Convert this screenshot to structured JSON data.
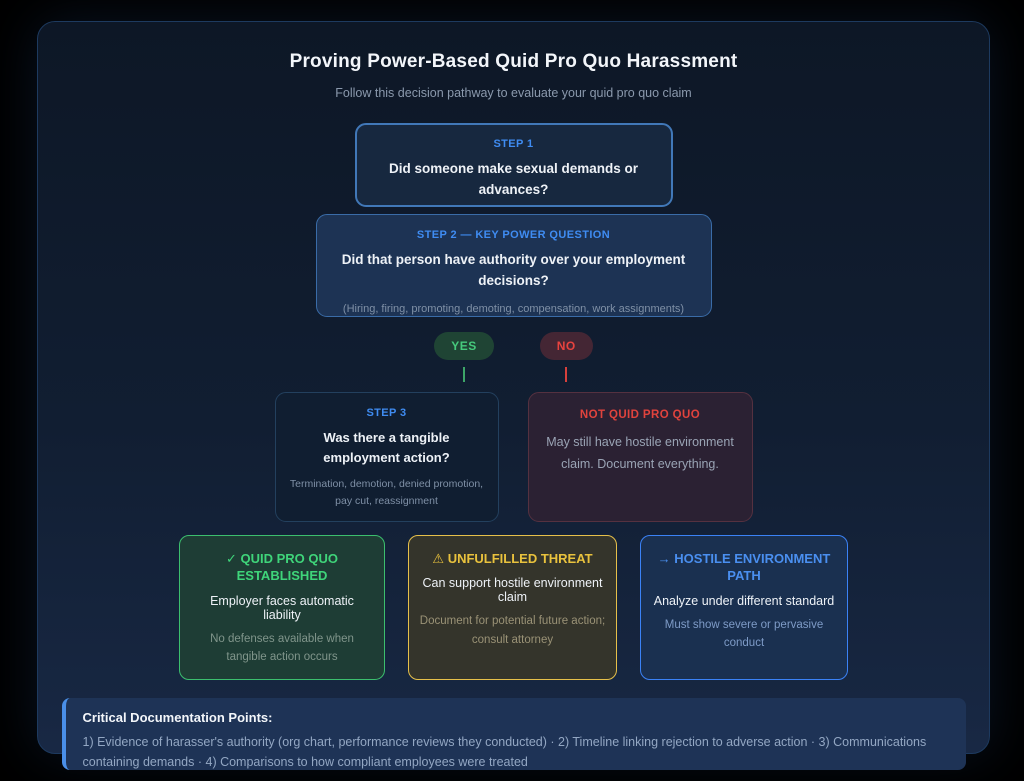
{
  "page": {
    "title": "Proving Power-Based Quid Pro Quo Harassment",
    "subtitle": "Follow this decision pathway to evaluate your quid pro quo claim"
  },
  "flow": {
    "step1": {
      "label": "STEP 1",
      "question": "Did someone make sexual demands or advances?"
    },
    "step2": {
      "label": "STEP 2 — KEY POWER QUESTION",
      "question": "Did that person have authority over your employment decisions?",
      "hint": "(Hiring, firing, promoting, demoting, compensation, work assignments)"
    },
    "yes_label": "YES",
    "no_label": "NO",
    "step3": {
      "label": "STEP 3",
      "question": "Was there a tangible employment action?",
      "hint": "Termination, demotion, denied promotion, pay cut, reassignment"
    },
    "not_quid_pro_quo": {
      "label": "NOT QUID PRO QUO",
      "text": "May still have hostile environment claim. Document everything."
    }
  },
  "outcomes": [
    {
      "icon": "✓",
      "title": "QUID PRO QUO ESTABLISHED",
      "body": "Employer faces automatic liability",
      "note": "No defenses available when tangible action occurs",
      "accent": "#3fd57a"
    },
    {
      "icon": "⚠",
      "title": "UNFULFILLED THREAT",
      "body": "Can support hostile environment claim",
      "note": "Document for potential future action; consult attorney",
      "accent": "#e9c23d"
    },
    {
      "icon": "→",
      "title": "HOSTILE ENVIRONMENT PATH",
      "body": "Analyze under different standard",
      "note": "Must show severe or pervasive conduct",
      "accent": "#4a8ff0"
    }
  ],
  "documentation": {
    "title": "Critical Documentation Points:",
    "body": "1) Evidence of harasser's authority (org chart, performance reviews they conducted) · 2) Timeline linking rejection to adverse action · 3) Communications containing demands · 4) Comparisons to how compliant employees were treated"
  },
  "colors": {
    "accent_blue": "#3f8cf2",
    "accent_green": "#3fd57a",
    "accent_yellow": "#e9c23d",
    "accent_red": "#e0433d",
    "yes_pill_bg": "#1f4434",
    "no_pill_bg": "#442634"
  }
}
